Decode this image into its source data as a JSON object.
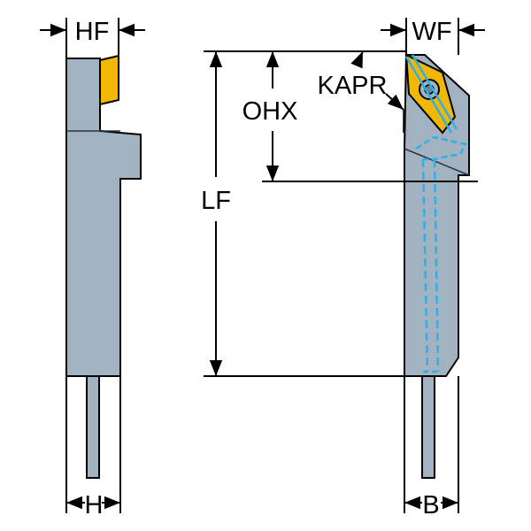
{
  "labels": {
    "hf": "HF",
    "wf": "WF",
    "ohx": "OHX",
    "kapr": "KAPR",
    "lf": "LF",
    "h": "H",
    "b": "B"
  },
  "colors": {
    "body_fill": "#a3b2c1",
    "body_outline": "#000000",
    "shank_fill": "#a3b2c1",
    "insert_yellow": "#f2b705",
    "coolant_blue": "#2eb0e6",
    "line": "#000000",
    "background": "#ffffff"
  }
}
